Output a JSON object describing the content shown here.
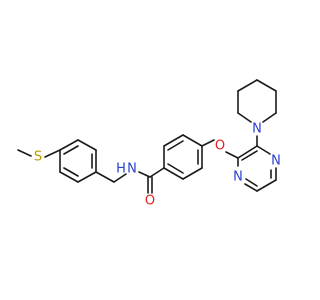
{
  "molecule": {
    "atom_labels": {
      "sulfur": "S",
      "amide_nitrogen": "N",
      "amide_hydrogen": "H",
      "carbonyl_oxygen": "O",
      "ether_oxygen": "O",
      "pyrazine_nitrogen_1": "N",
      "pyrazine_nitrogen_2": "N",
      "piperidine_nitrogen": "N"
    },
    "colors": {
      "bond": "#1a1a1a",
      "sulfur": "#b59a00",
      "nitrogen": "#2a3fd0",
      "oxygen": "#e0201a"
    }
  }
}
